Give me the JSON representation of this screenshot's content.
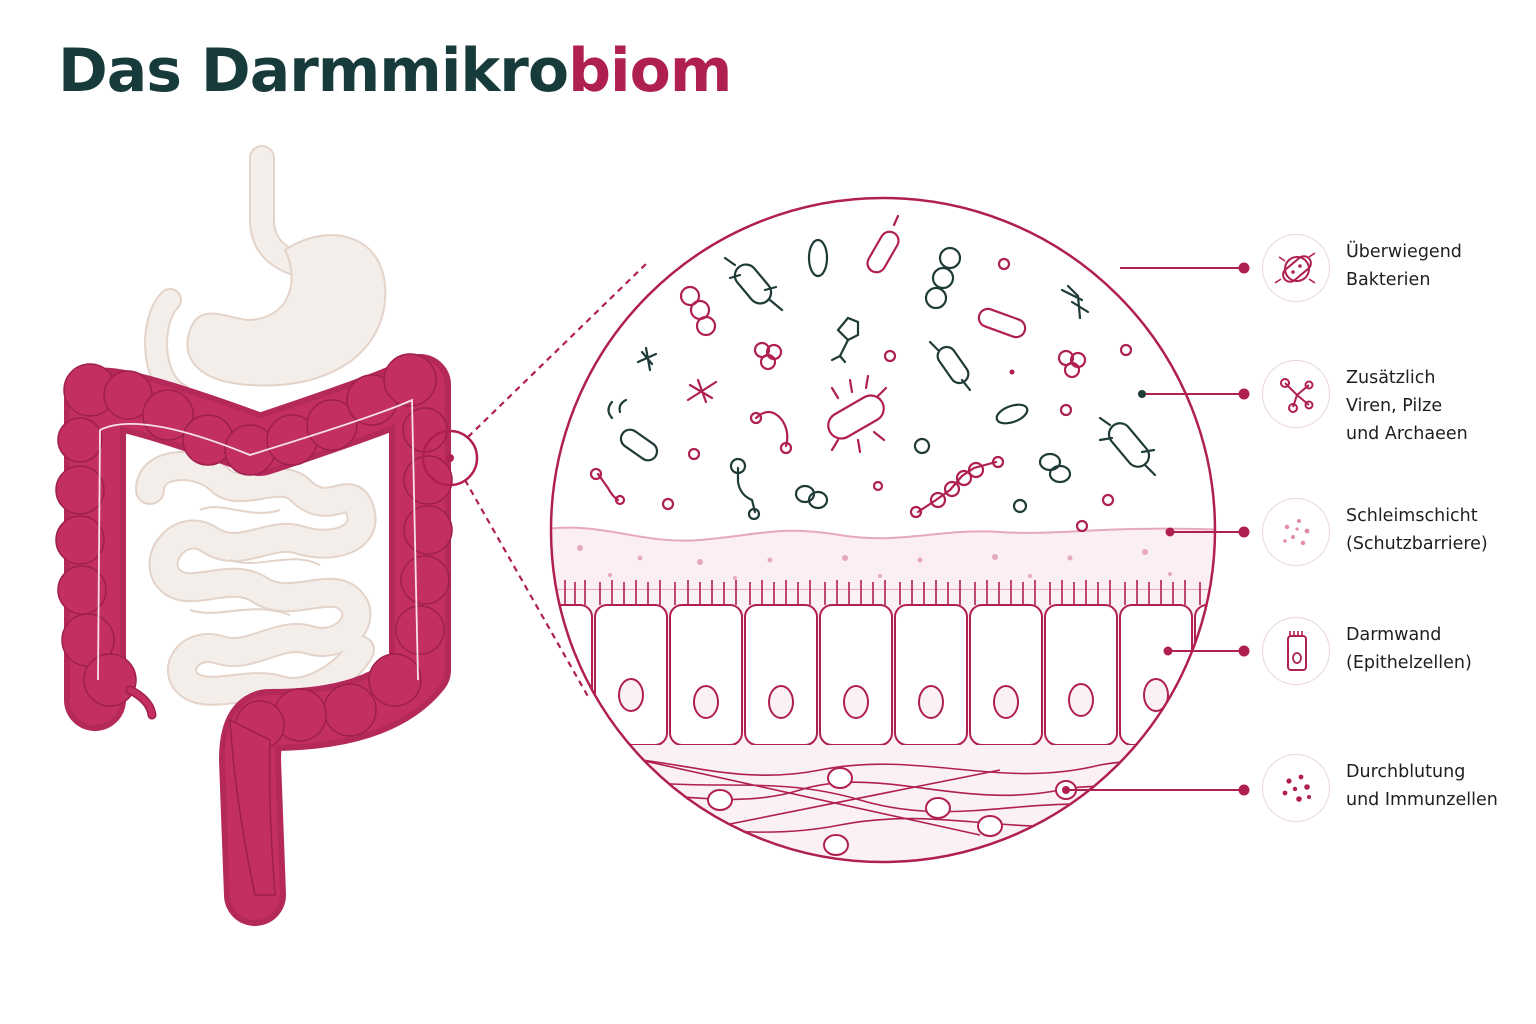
{
  "title": {
    "main": "Das Darmmikro",
    "accent": "biom"
  },
  "colors": {
    "accent": "#b01f52",
    "dark": "#163b3a",
    "organ_pale": "#f2ece8",
    "organ_pale_stroke": "#e3d3c9",
    "tissue_fill": "#fbf1f3"
  },
  "legend": [
    {
      "icon": "bacterium-icon",
      "lines": [
        "Überwiegend",
        "Bakterien"
      ]
    },
    {
      "icon": "virus-icon",
      "lines": [
        "Zusätzlich",
        "Viren, Pilze",
        "und Archaeen"
      ]
    },
    {
      "icon": "mucus-dots-icon",
      "lines": [
        "Schleimschicht",
        "(Schutzbarriere)"
      ]
    },
    {
      "icon": "epithelial-cell-icon",
      "lines": [
        "Darmwand",
        "(Epithelzellen)"
      ]
    },
    {
      "icon": "blood-immune-cells-icon",
      "lines": [
        "Durchblutung",
        "und Immunzellen"
      ]
    }
  ]
}
